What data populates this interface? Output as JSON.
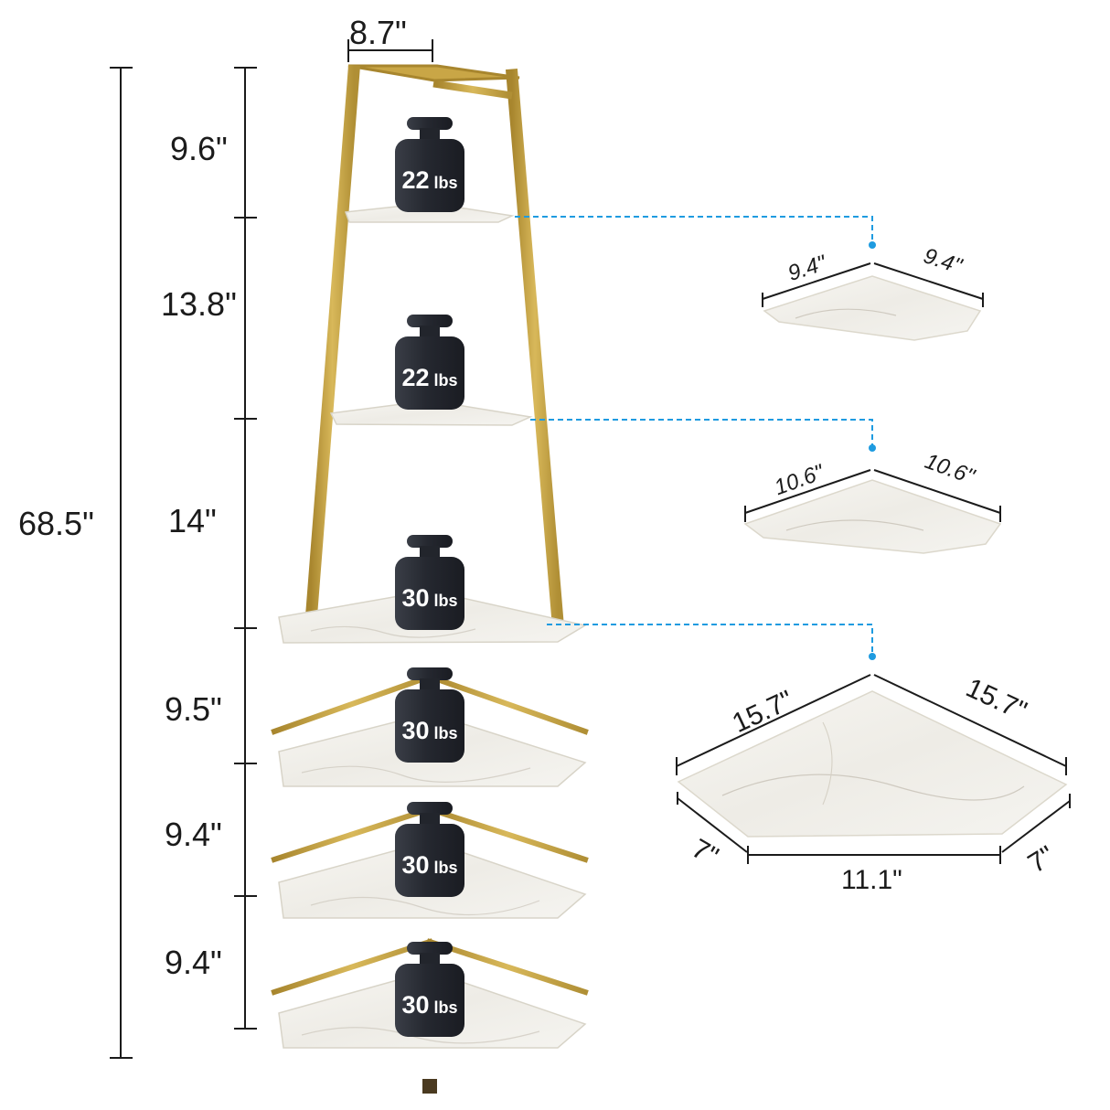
{
  "colors": {
    "frame": "#c9a646",
    "frame_shadow": "#9c7c27",
    "marble": "#f1efea",
    "weight": "#2d3038",
    "guide": "#1e9be0",
    "line": "#1b1b1b"
  },
  "dimensions": {
    "top_width": "8.7\"",
    "total_height": "68.5\"",
    "gaps": [
      "9.6\"",
      "13.8\"",
      "14\"",
      "9.5\"",
      "9.4\"",
      "9.4\""
    ]
  },
  "weights": [
    {
      "num": "22",
      "unit": "lbs"
    },
    {
      "num": "22",
      "unit": "lbs"
    },
    {
      "num": "30",
      "unit": "lbs"
    },
    {
      "num": "30",
      "unit": "lbs"
    },
    {
      "num": "30",
      "unit": "lbs"
    },
    {
      "num": "30",
      "unit": "lbs"
    }
  ],
  "shelf_details": [
    {
      "left": "9.4\"",
      "right": "9.4\""
    },
    {
      "left": "10.6\"",
      "right": "10.6\""
    },
    {
      "left": "15.7\"",
      "right": "15.7\"",
      "side_left": "7\"",
      "front": "11.1\"",
      "side_right": "7\""
    }
  ],
  "icons": [
    "weight-icon",
    "corner-shelf-icon"
  ]
}
